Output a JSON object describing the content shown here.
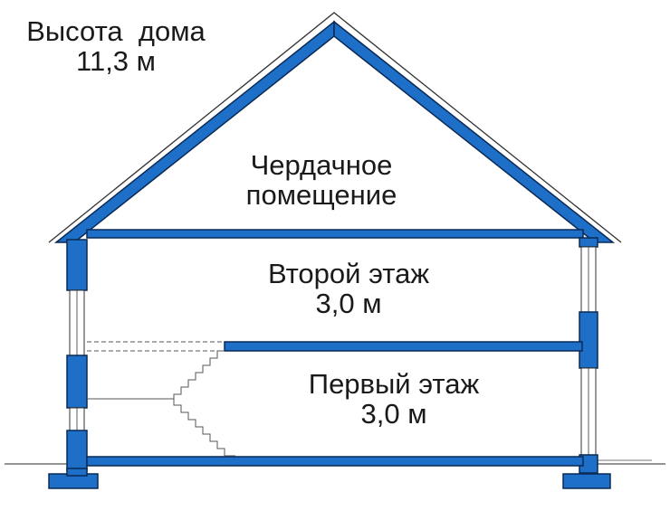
{
  "house_height": {
    "title": "Высота  дома",
    "value": "11,3 м"
  },
  "attic": {
    "line1": "Чердачное",
    "line2": "помещение"
  },
  "second_floor": {
    "name": "Второй этаж",
    "height": "3,0 м"
  },
  "first_floor": {
    "name": "Первый этаж",
    "height": "3,0 м"
  },
  "colors": {
    "structure_fill": "#1e6fc8",
    "outline": "#0a2a55",
    "thin_line": "#555555",
    "text": "#1a1a1a"
  }
}
